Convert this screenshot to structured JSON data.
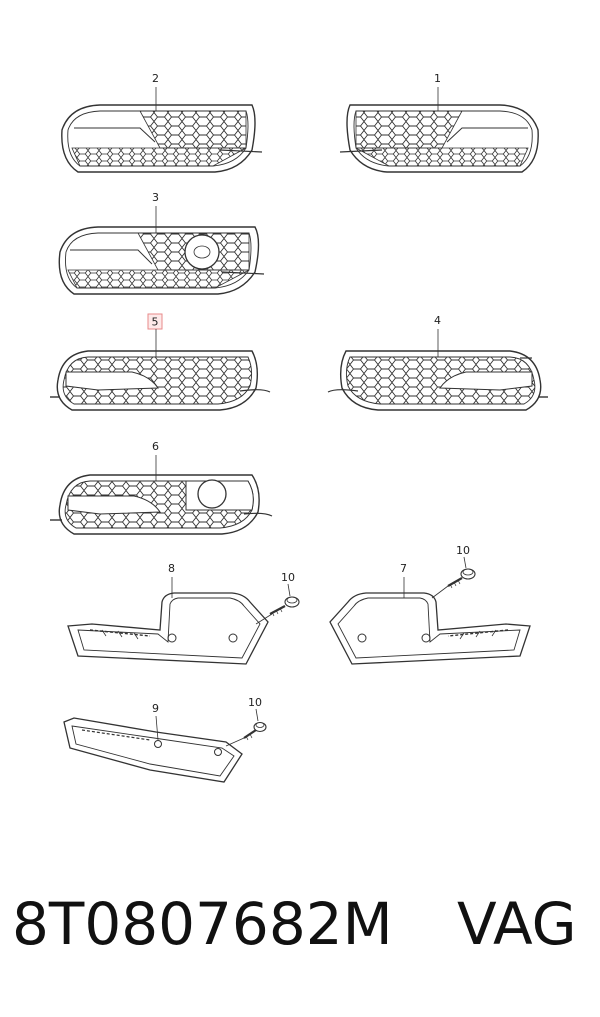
{
  "callouts": {
    "c1": "1",
    "c2": "2",
    "c3": "3",
    "c4": "4",
    "c5": "5",
    "c6": "6",
    "c7": "7",
    "c8": "8",
    "c9": "9",
    "c10a": "10",
    "c10b": "10",
    "c10c": "10"
  },
  "colors": {
    "highlight_box": "#e88a8a",
    "line": "#333333"
  },
  "caption": {
    "part_number": "8T0807682M",
    "brand": "VAG"
  }
}
